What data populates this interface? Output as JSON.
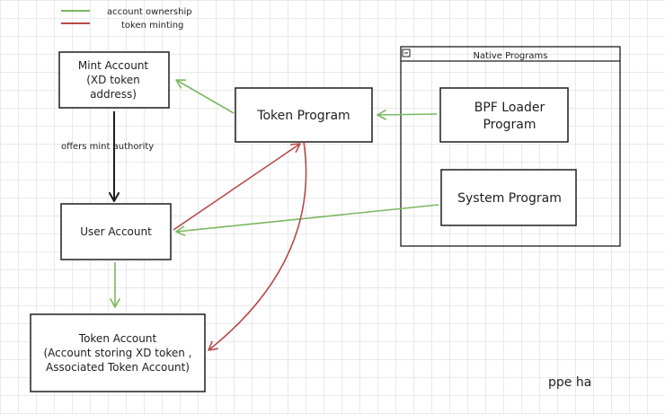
{
  "legend": {
    "items": [
      {
        "label": "account ownership",
        "color": "#7ab85f"
      },
      {
        "label": "token minting",
        "color": "#b84a4a"
      }
    ]
  },
  "nodes": {
    "mint_account": {
      "lines": [
        "Mint Account",
        "(XD token",
        "address)"
      ]
    },
    "token_program": {
      "label": "Token Program"
    },
    "user_account": {
      "label": "User Account"
    },
    "token_account": {
      "lines": [
        "Token Account",
        "(Account storing XD token ,",
        "Associated Token Account)"
      ]
    },
    "native_programs": {
      "title": "Native Programs"
    },
    "bpf_loader": {
      "lines": [
        "BPF Loader",
        "Program"
      ]
    },
    "system_program": {
      "label": "System Program"
    }
  },
  "edges": {
    "mint_to_user_label": "offers mint authority"
  },
  "annotation": "ppe ha",
  "colors": {
    "ownership": "#7ab85f",
    "minting": "#b84a4a",
    "stroke": "#1e1e1e"
  }
}
